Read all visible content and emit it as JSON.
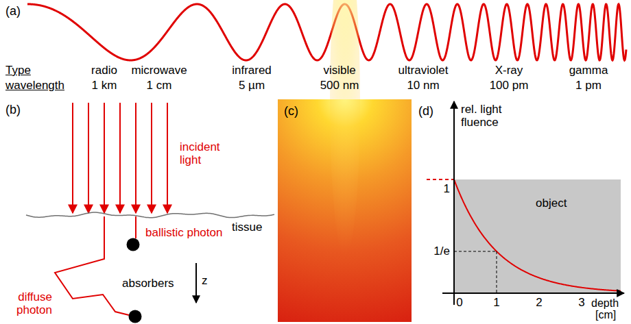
{
  "diagram": {
    "nodes": [
      {
        "text": [
          "object"
        ]
      }
    ],
    "labels": [
      "(a)",
      "Type",
      "wavelength",
      "radio",
      "microwave",
      "infrared",
      "visible",
      "ultraviolet",
      "X-ray",
      "gamma",
      "1 km",
      "1 cm",
      "5 µm",
      "500 nm",
      "10 nm",
      "100 pm",
      "1 pm",
      "(b)",
      "incident light",
      "tissue",
      "ballistic photon",
      "diffuse photon",
      "absorbers",
      "z",
      "(c)",
      "(d)",
      "rel. light fluence",
      "1",
      "1/e",
      "0",
      "1",
      "2",
      "3",
      "depth",
      "[cm]"
    ]
  }
}
